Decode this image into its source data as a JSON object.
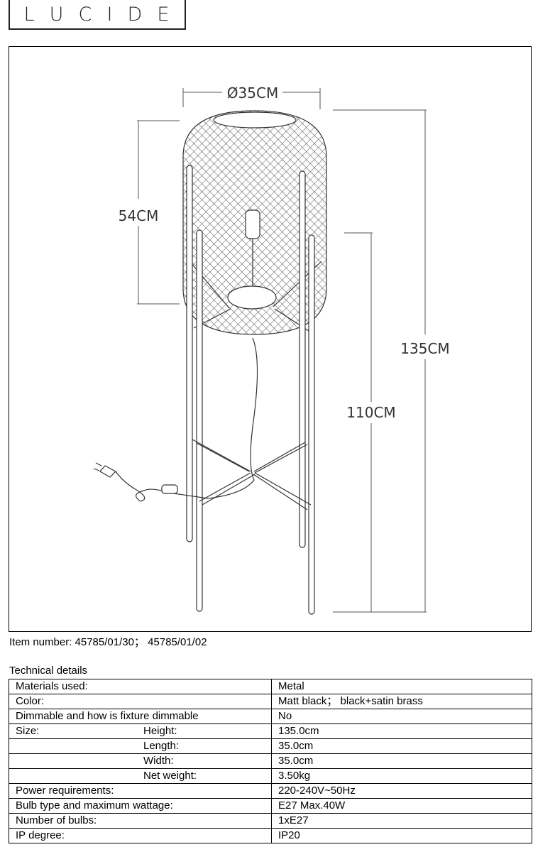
{
  "brand": {
    "letters": [
      "L",
      "U",
      "C",
      "I",
      "D",
      "E"
    ]
  },
  "drawing": {
    "dim_diameter": "Ø35CM",
    "dim_shade_height": "54CM",
    "dim_total_height": "135CM",
    "dim_leg_height": "110CM"
  },
  "item_number": "Item number: 45785/01/30； 45785/01/02",
  "technical_heading": "Technical details",
  "specs": [
    {
      "label": "Materials used:",
      "sublabel": "",
      "value": "Metal"
    },
    {
      "label": "Color:",
      "sublabel": "",
      "value": "Matt black；  black+satin brass"
    },
    {
      "label": "Dimmable and how is fixture dimmable",
      "sublabel": "",
      "value": "No"
    },
    {
      "label": "Size:",
      "sublabel": "Height:",
      "value": "135.0cm"
    },
    {
      "label": "",
      "sublabel": "Length:",
      "value": "35.0cm"
    },
    {
      "label": "",
      "sublabel": "Width:",
      "value": "35.0cm"
    },
    {
      "label": "",
      "sublabel": "Net weight:",
      "value": "3.50kg"
    },
    {
      "label": "Power requirements:",
      "sublabel": "",
      "value": "220-240V~50Hz"
    },
    {
      "label": "Bulb type and maximum wattage:",
      "sublabel": "",
      "value": "E27 Max.40W"
    },
    {
      "label": "Number of bulbs:",
      "sublabel": "",
      "value": "1xE27"
    },
    {
      "label": "IP degree:",
      "sublabel": "",
      "value": "IP20"
    }
  ]
}
